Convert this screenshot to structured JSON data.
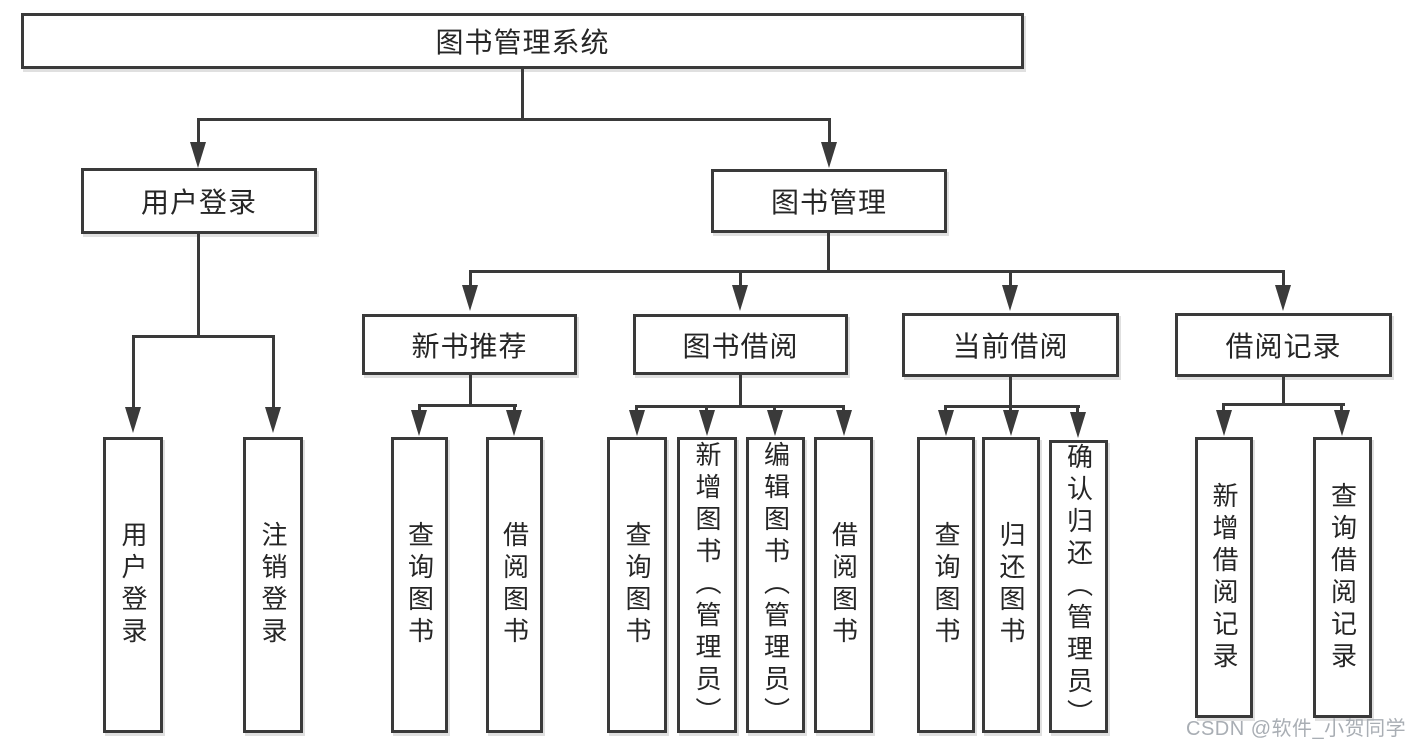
{
  "diagram": {
    "root": {
      "label": "图书管理系统"
    },
    "user_login": {
      "label": "用户登录",
      "children": [
        "用户登录",
        "注销登录"
      ]
    },
    "book_mgmt": {
      "label": "图书管理"
    },
    "new_book": {
      "label": "新书推荐",
      "children": [
        "查询图书",
        "借阅图书"
      ]
    },
    "book_borrow": {
      "label": "图书借阅",
      "children": [
        "查询图书",
        "新增图书（管理员）",
        "编辑图书（管理员）",
        "借阅图书"
      ]
    },
    "current_borrow": {
      "label": "当前借阅",
      "children": [
        "查询图书",
        "归还图书",
        "确认归还（管理员）"
      ]
    },
    "borrow_record": {
      "label": "借阅记录",
      "children": [
        "新增借阅记录",
        "查询借阅记录"
      ]
    }
  },
  "watermark": {
    "text": "CSDN @软件_小贺同学"
  },
  "colors": {
    "line": "#3a3a3a",
    "text": "#262626",
    "watermark": "#a9aeb4",
    "background": "#ffffff"
  }
}
